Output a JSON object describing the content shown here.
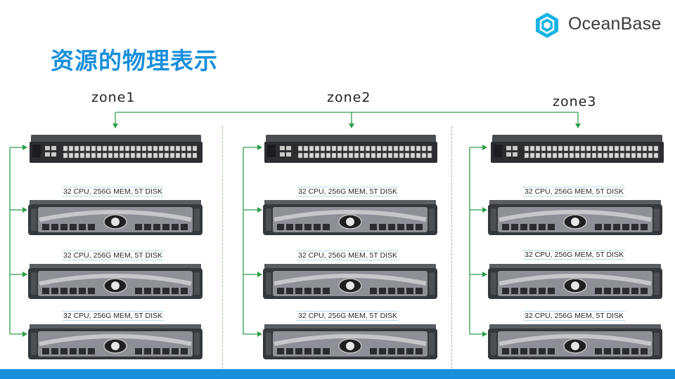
{
  "slide": {
    "title": "资源的物理表示",
    "brand": "OceanBase"
  },
  "colors": {
    "accent": "#1a8fdc",
    "connector": "#2e9e4a",
    "chassis": "#3a3d42"
  },
  "zones": [
    {
      "label": "zone1",
      "servers": [
        "32 CPU, 256G MEM, 5T DISK",
        "32 CPU, 256G MEM, 5T DISK",
        "32 CPU, 256G MEM, 5T DISK"
      ]
    },
    {
      "label": "zone2",
      "servers": [
        "32 CPU, 256G MEM, 5T DISK",
        "32 CPU, 256G MEM, 5T DISK",
        "32 CPU, 256G MEM, 5T DISK"
      ]
    },
    {
      "label": "zone3",
      "servers": [
        "32 CPU, 256G MEM, 5T DISK",
        "32 CPU, 256G MEM, 5T DISK",
        "32 CPU, 256G MEM, 5T DISK"
      ]
    }
  ]
}
